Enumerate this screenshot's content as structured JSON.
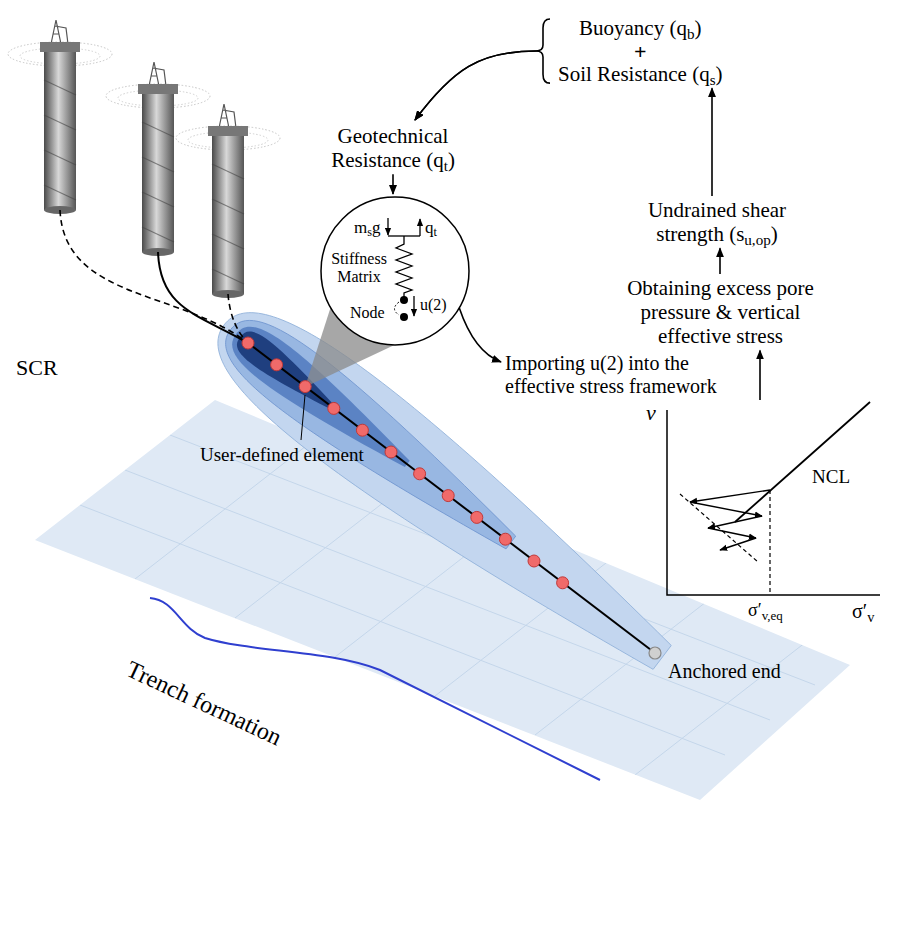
{
  "diagram": {
    "nodes": [
      {
        "text": [
          "Buoyancy (qb)"
        ]
      },
      {
        "text": [
          "Soil Resistance (qs)"
        ]
      },
      {
        "text": [
          "Geotechnical Resistance (qt)"
        ]
      },
      {
        "text": [
          "Undrained shear strength (su,op)"
        ]
      },
      {
        "text": [
          "msg",
          "qt",
          "Stiffness Matrix",
          "Node",
          "u(2)"
        ]
      },
      {
        "text": [
          "Obtaining excess pore pressure & vertical effective stress"
        ]
      },
      {
        "text": [
          "Importing u(2) into the effective stress framework"
        ]
      },
      {
        "text": [
          "v",
          "NCL",
          "σ′v,eq",
          "σ′v"
        ]
      }
    ],
    "edges": [
      {
        "from": 0,
        "to": 2,
        "arrow": "to"
      },
      {
        "from": 1,
        "to": 2,
        "arrow": "to"
      },
      {
        "from": 2,
        "to": 4,
        "arrow": "to"
      },
      {
        "from": 3,
        "to": 1,
        "arrow": "to"
      },
      {
        "from": 4,
        "to": 6,
        "arrow": "to"
      },
      {
        "from": 5,
        "to": 3,
        "arrow": "to"
      },
      {
        "from": 7,
        "to": 5,
        "arrow": "to"
      }
    ],
    "labels": [
      "SCR",
      "+",
      "User-defined element",
      "Trench formation",
      "Anchored end"
    ]
  }
}
